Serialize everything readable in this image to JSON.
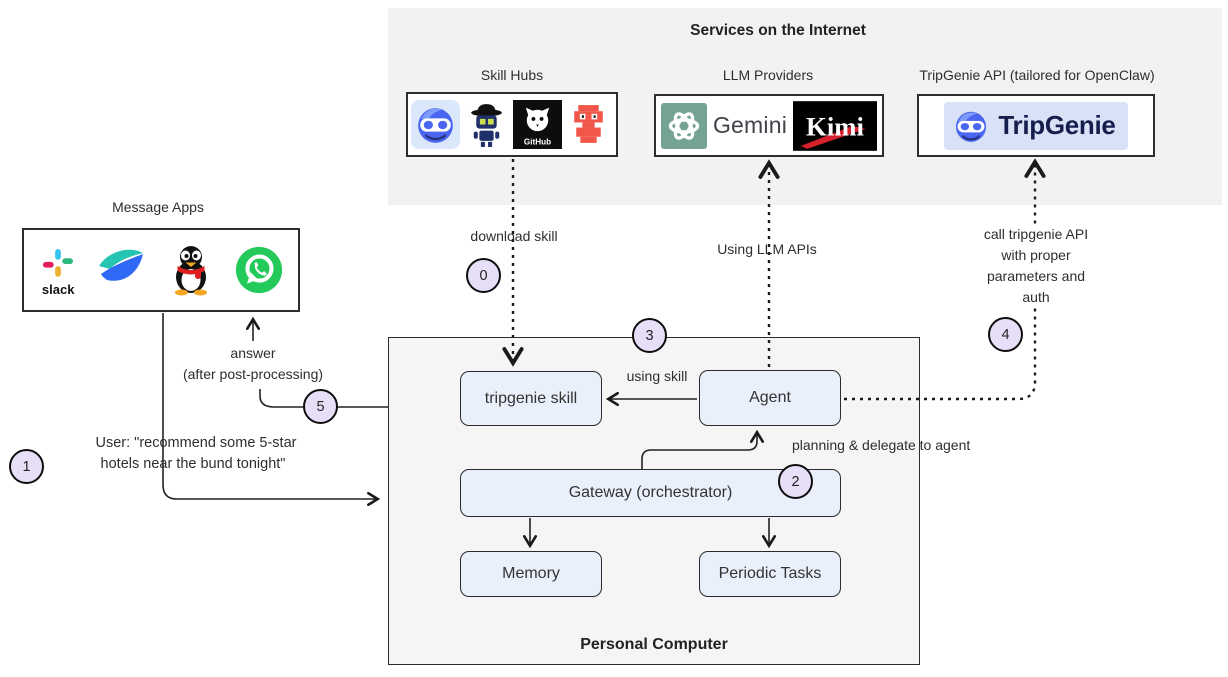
{
  "palette": {
    "region_bg": "#f2f2f2",
    "pc_bg": "#f5f5f5",
    "node_bg": "#e9effb",
    "node_border": "#2b2b2b",
    "step_badge_bg": "#e7def8",
    "line": "#1a1a1a",
    "tripgenie_navy": "#141f4d",
    "openai_green": "#74a491",
    "whatsapp_green": "#23ca5a"
  },
  "services": {
    "title": "Services on the Internet",
    "skill_hubs": {
      "label": "Skill Hubs",
      "icons": [
        "openclaw-robot-icon",
        "clawhub-robot-icon",
        "github-icon",
        "pixel-robot-icon"
      ],
      "github_label": "GitHub"
    },
    "llm_providers": {
      "label": "LLM Providers",
      "icons": [
        "openai-icon"
      ],
      "gemini_label": "Gemini",
      "kimi_label": "Kimi"
    },
    "tripgenie": {
      "label": "TripGenie API (tailored for OpenClaw)",
      "wordmark": "TripGenie",
      "icons": [
        "tripgenie-robot-icon"
      ]
    }
  },
  "message_apps": {
    "label": "Message Apps",
    "icons": [
      "slack-icon",
      "lark-bird-icon",
      "qq-penguin-icon",
      "whatsapp-icon"
    ],
    "slack_label": "slack"
  },
  "personal_computer": {
    "title": "Personal Computer",
    "nodes": {
      "tripgenie_skill": "tripgenie skill",
      "agent": "Agent",
      "gateway": "Gateway (orchestrator)",
      "memory": "Memory",
      "periodic_tasks": "Periodic Tasks"
    }
  },
  "annotations": {
    "download_skill": "download skill",
    "using_llm_apis": "Using LLM APIs",
    "call_tripgenie": "call tripgenie API with proper parameters and auth",
    "using_skill": "using skill",
    "planning": "planning & delegate to agent",
    "answer_1": "answer",
    "answer_2": "(after post-processing)",
    "user_1": "User: \"recommend some 5-star",
    "user_2": "hotels near the bund tonight\""
  },
  "steps": {
    "s0": "0",
    "s1": "1",
    "s2": "2",
    "s3": "3",
    "s4": "4",
    "s5": "5"
  }
}
